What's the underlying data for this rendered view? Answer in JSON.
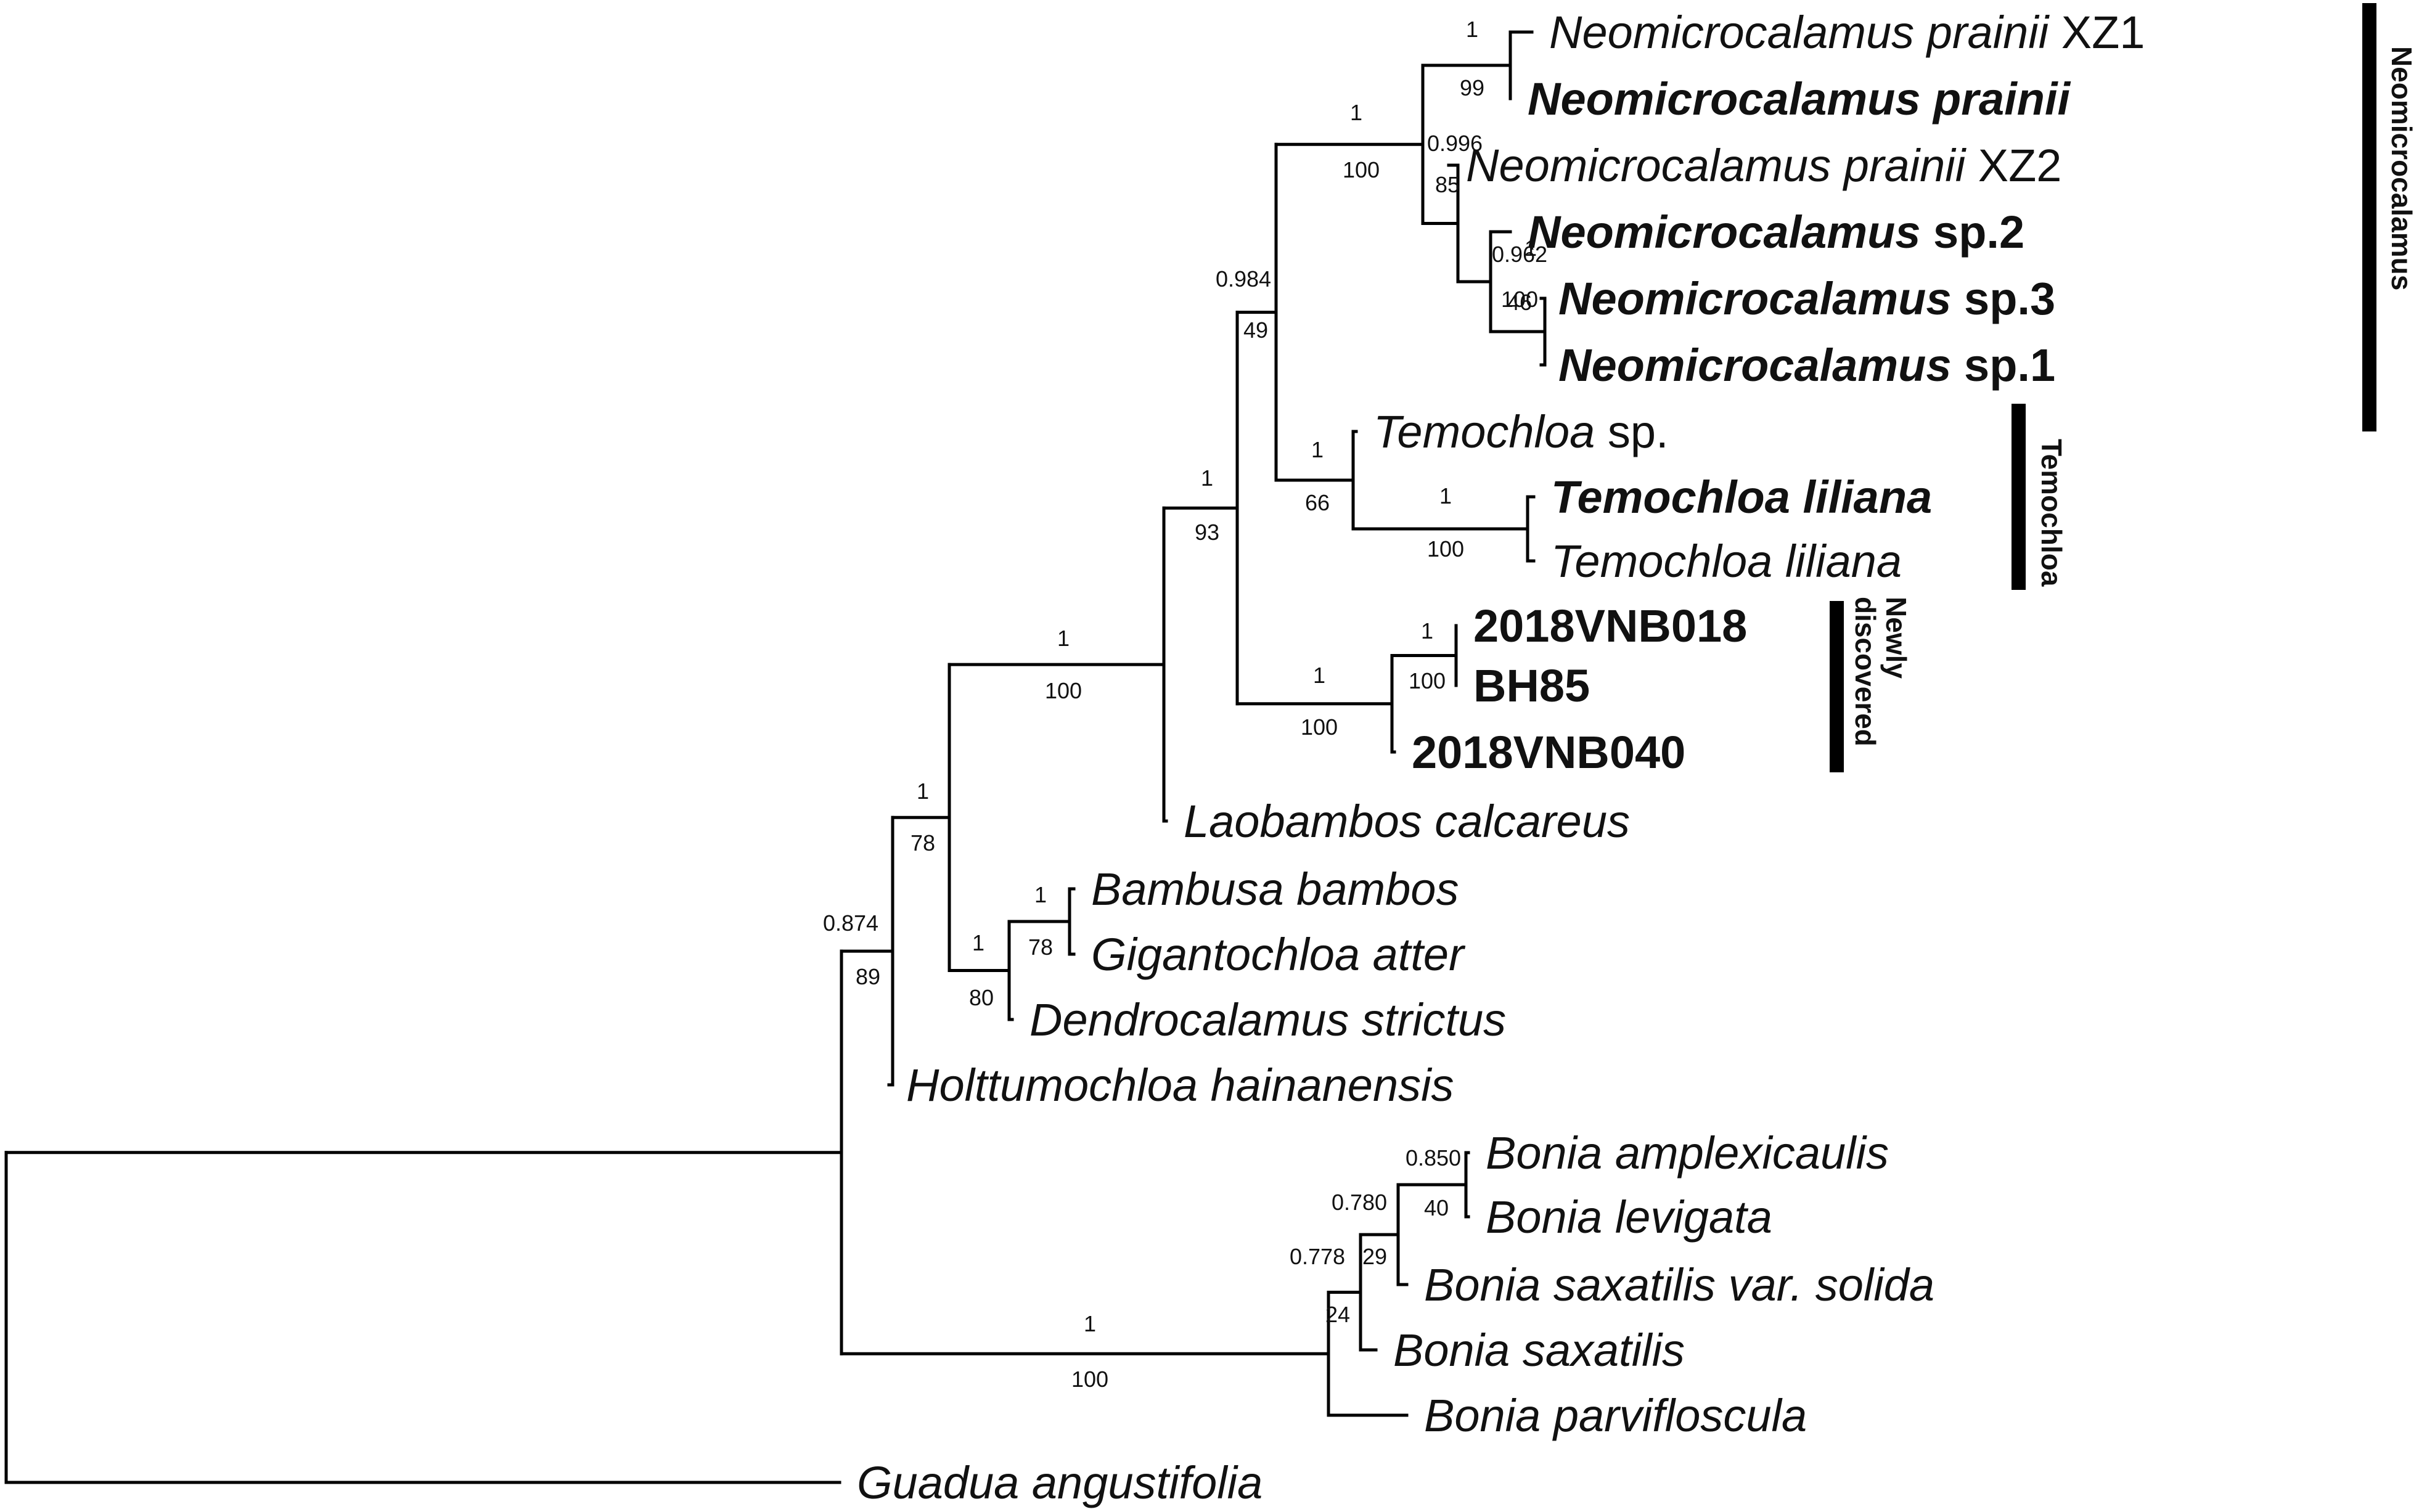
{
  "tips": [
    {
      "id": "t1",
      "parts": [
        {
          "text": "Neomicrocalamus prainii",
          "italic": true,
          "bold": false
        },
        {
          "text": " XZ1",
          "italic": false,
          "bold": false
        }
      ]
    },
    {
      "id": "t2",
      "parts": [
        {
          "text": "Neomicrocalamus prainii",
          "italic": true,
          "bold": true
        }
      ]
    },
    {
      "id": "t3",
      "parts": [
        {
          "text": "Neomicrocalamus prainii",
          "italic": true,
          "bold": false
        },
        {
          "text": " XZ2",
          "italic": false,
          "bold": false
        }
      ]
    },
    {
      "id": "t4",
      "parts": [
        {
          "text": "Neomicrocalamus",
          "italic": true,
          "bold": true
        },
        {
          "text": " sp.2",
          "italic": false,
          "bold": true
        }
      ]
    },
    {
      "id": "t5",
      "parts": [
        {
          "text": "Neomicrocalamus",
          "italic": true,
          "bold": true
        },
        {
          "text": " sp.3",
          "italic": false,
          "bold": true
        }
      ]
    },
    {
      "id": "t6",
      "parts": [
        {
          "text": "Neomicrocalamus",
          "italic": true,
          "bold": true
        },
        {
          "text": " sp.1",
          "italic": false,
          "bold": true
        }
      ]
    },
    {
      "id": "t7",
      "parts": [
        {
          "text": "Temochloa",
          "italic": true,
          "bold": false
        },
        {
          "text": " sp.",
          "italic": false,
          "bold": false
        }
      ]
    },
    {
      "id": "t8",
      "parts": [
        {
          "text": "Temochloa liliana",
          "italic": true,
          "bold": true
        }
      ]
    },
    {
      "id": "t9",
      "parts": [
        {
          "text": "Temochloa liliana",
          "italic": true,
          "bold": false
        }
      ]
    },
    {
      "id": "t10",
      "parts": [
        {
          "text": "2018VNB018",
          "italic": false,
          "bold": true
        }
      ]
    },
    {
      "id": "t11",
      "parts": [
        {
          "text": "BH85",
          "italic": false,
          "bold": true
        }
      ]
    },
    {
      "id": "t12",
      "parts": [
        {
          "text": "2018VNB040",
          "italic": false,
          "bold": true
        }
      ]
    },
    {
      "id": "t13",
      "parts": [
        {
          "text": "Laobambos calcareus",
          "italic": true,
          "bold": false
        }
      ]
    },
    {
      "id": "t14",
      "parts": [
        {
          "text": "Bambusa bambos",
          "italic": true,
          "bold": false
        }
      ]
    },
    {
      "id": "t15",
      "parts": [
        {
          "text": "Gigantochloa atter",
          "italic": true,
          "bold": false
        }
      ]
    },
    {
      "id": "t16",
      "parts": [
        {
          "text": "Dendrocalamus strictus",
          "italic": true,
          "bold": false
        }
      ]
    },
    {
      "id": "t17",
      "parts": [
        {
          "text": "Holttumochloa hainanensis",
          "italic": true,
          "bold": false
        }
      ]
    },
    {
      "id": "t18",
      "parts": [
        {
          "text": "Bonia amplexicaulis",
          "italic": true,
          "bold": false
        }
      ]
    },
    {
      "id": "t19",
      "parts": [
        {
          "text": "Bonia levigata",
          "italic": true,
          "bold": false
        }
      ]
    },
    {
      "id": "t20",
      "parts": [
        {
          "text": "Bonia saxatilis var. solida",
          "italic": true,
          "bold": false
        }
      ]
    },
    {
      "id": "t21",
      "parts": [
        {
          "text": "Bonia saxatilis",
          "italic": true,
          "bold": false
        }
      ]
    },
    {
      "id": "t22",
      "parts": [
        {
          "text": "Bonia parvifloscula",
          "italic": true,
          "bold": false
        }
      ]
    },
    {
      "id": "t23",
      "parts": [
        {
          "text": "Guadua angustifolia",
          "italic": true,
          "bold": false
        }
      ]
    }
  ],
  "supports": [
    {
      "id": "n_t1t2",
      "posterior": "1",
      "bootstrap": "99"
    },
    {
      "id": "n_t5t6",
      "posterior": "0.962",
      "bootstrap": "46"
    },
    {
      "id": "n_t4",
      "posterior": "1",
      "bootstrap": "100"
    },
    {
      "id": "n_t3",
      "posterior": "0.996",
      "bootstrap": "85"
    },
    {
      "id": "n_neo",
      "posterior": "1",
      "bootstrap": "100"
    },
    {
      "id": "n_t8t9",
      "posterior": "1",
      "bootstrap": "100"
    },
    {
      "id": "n_tem",
      "posterior": "1",
      "bootstrap": "66"
    },
    {
      "id": "n_neotem",
      "posterior": "0.984",
      "bootstrap": "49"
    },
    {
      "id": "n_t10t11",
      "posterior": "1",
      "bootstrap": "100"
    },
    {
      "id": "n_new",
      "posterior": "1",
      "bootstrap": "100"
    },
    {
      "id": "n_core",
      "posterior": "1",
      "bootstrap": "93"
    },
    {
      "id": "n_lao",
      "posterior": "1",
      "bootstrap": "100"
    },
    {
      "id": "n_t14t15",
      "posterior": "1",
      "bootstrap": "78"
    },
    {
      "id": "n_bgd",
      "posterior": "1",
      "bootstrap": "80"
    },
    {
      "id": "n_main",
      "posterior": "1",
      "bootstrap": "78"
    },
    {
      "id": "n_holt",
      "posterior": "0.874",
      "bootstrap": "89"
    },
    {
      "id": "n_t18t19",
      "posterior": "0.850",
      "bootstrap": "40"
    },
    {
      "id": "n_t20",
      "posterior": "0.780",
      "bootstrap": "29"
    },
    {
      "id": "n_t21",
      "posterior": "0.778",
      "bootstrap": "24"
    },
    {
      "id": "n_bonia",
      "posterior": "1",
      "bootstrap": "100"
    }
  ],
  "clades": [
    {
      "id": "c_neo",
      "label": "Neomicrocalamus"
    },
    {
      "id": "c_tem",
      "label": "Temochloa"
    },
    {
      "id": "c_new",
      "label_line1": "Newly",
      "label_line2": "discovered"
    }
  ]
}
